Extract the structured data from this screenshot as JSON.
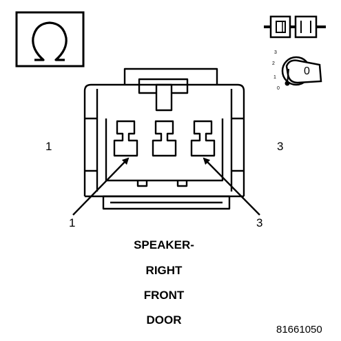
{
  "icons": {
    "resistance": "ohm-icon",
    "connector": "connector-halves-icon",
    "ignition": "ignition-key-icon"
  },
  "ignition": {
    "positions": [
      "3",
      "2",
      "1",
      "0"
    ],
    "key_label": "0"
  },
  "pins": {
    "left_side": "1",
    "right_side": "3",
    "callout_left": "1",
    "callout_right": "3"
  },
  "title_lines": [
    "SPEAKER-",
    "RIGHT",
    "FRONT",
    "DOOR"
  ],
  "figure_number": "81661050"
}
